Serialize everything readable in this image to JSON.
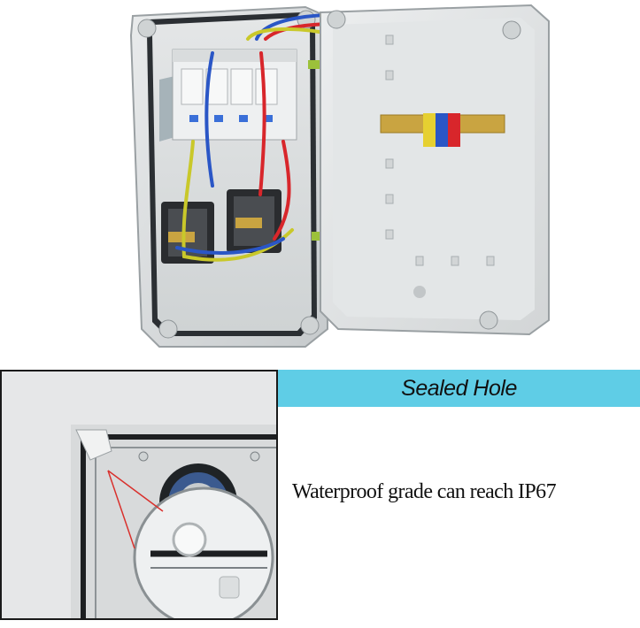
{
  "product_photo": {
    "subject": "open grey plastic waterproof distribution box with circuit breakers, two sockets and a terminal block on a DIN rail"
  },
  "detail_panel": {
    "subject": "close-up of the sealed corner hole with magnified inset"
  },
  "banner": {
    "text": "Sealed Hole",
    "color": "#5fcde6"
  },
  "spec": {
    "text": "Waterproof grade can reach IP67"
  },
  "colors": {
    "enclosure": "#dcdfe0",
    "wire_red": "#d8262b",
    "wire_blue": "#2a56c6",
    "wire_yellow_green": "#c9c82a",
    "accent_arrow": "#d9302c"
  }
}
